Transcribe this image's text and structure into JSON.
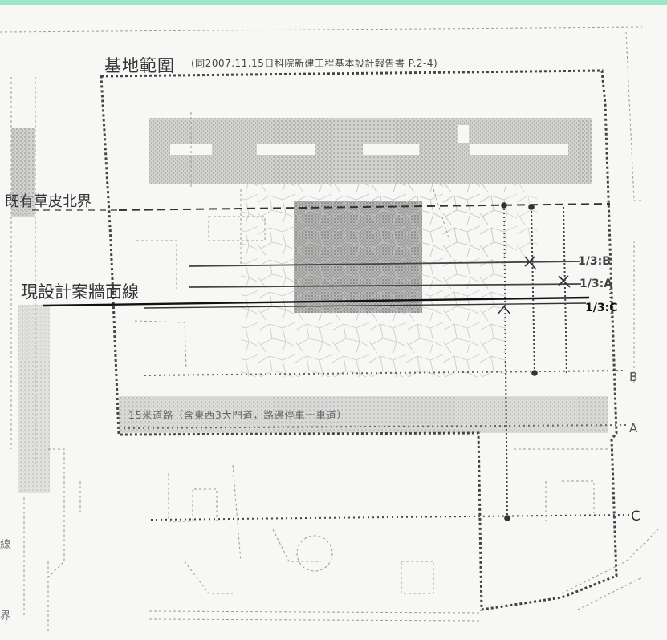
{
  "title": "基地範圍",
  "subtitle": "(同2007.11.15日科院新建工程基本設計報告書 P.2-4)",
  "labels": {
    "grass_boundary": "既有草皮北界",
    "design_wall_line": "現設計案牆面線",
    "line_1_3_B": "1/3:B",
    "line_1_3_A": "1/3:A",
    "line_1_3_C": "1/3:C",
    "marker_B": "B",
    "marker_A": "A",
    "marker_C": "C",
    "road": "15米道路（含東西3大門道，路邊停車一車道）"
  },
  "edge_fragments": [
    "線",
    "界"
  ],
  "colors": {
    "background": "#f7f7f5",
    "top_band": "#9be8c9",
    "stipple": "#b9b9b9",
    "line": "#333333"
  }
}
